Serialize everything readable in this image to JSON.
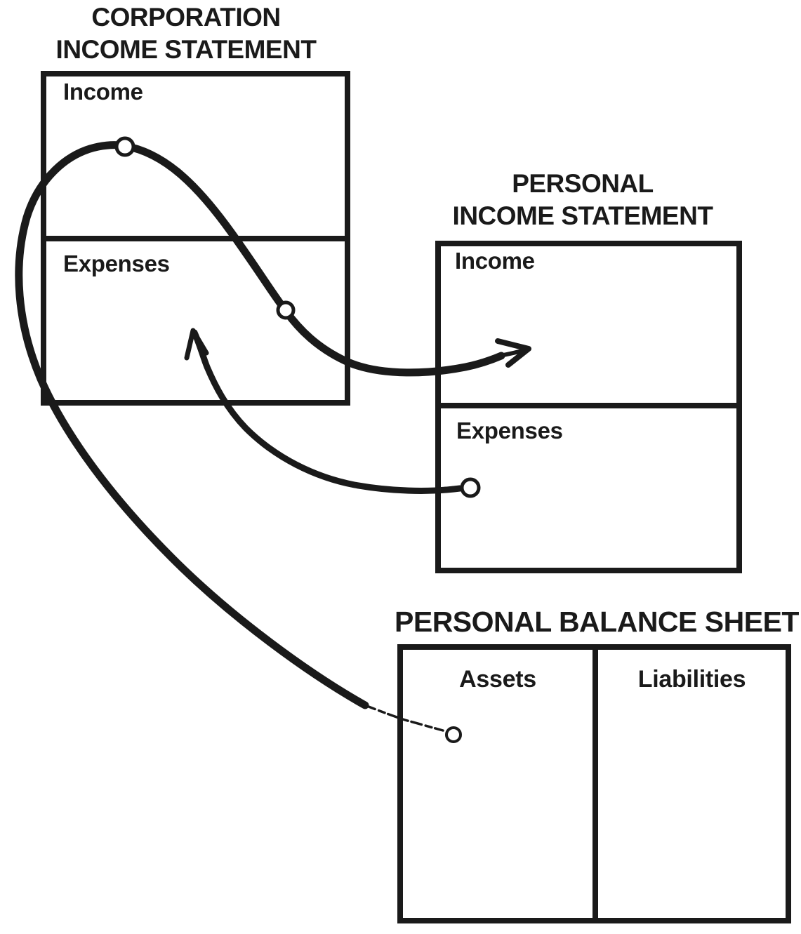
{
  "corporation_income_statement": {
    "title_line1": "CORPORATION",
    "title_line2": "INCOME STATEMENT",
    "income_label": "Income",
    "expenses_label": "Expenses"
  },
  "personal_income_statement": {
    "title_line1": "PERSONAL",
    "title_line2": "INCOME STATEMENT",
    "income_label": "Income",
    "expenses_label": "Expenses"
  },
  "personal_balance_sheet": {
    "title": "PERSONAL BALANCE SHEET",
    "assets_label": "Assets",
    "liabilities_label": "Liabilities"
  },
  "colors": {
    "ink": "#1a1a1a",
    "background": "#ffffff"
  }
}
